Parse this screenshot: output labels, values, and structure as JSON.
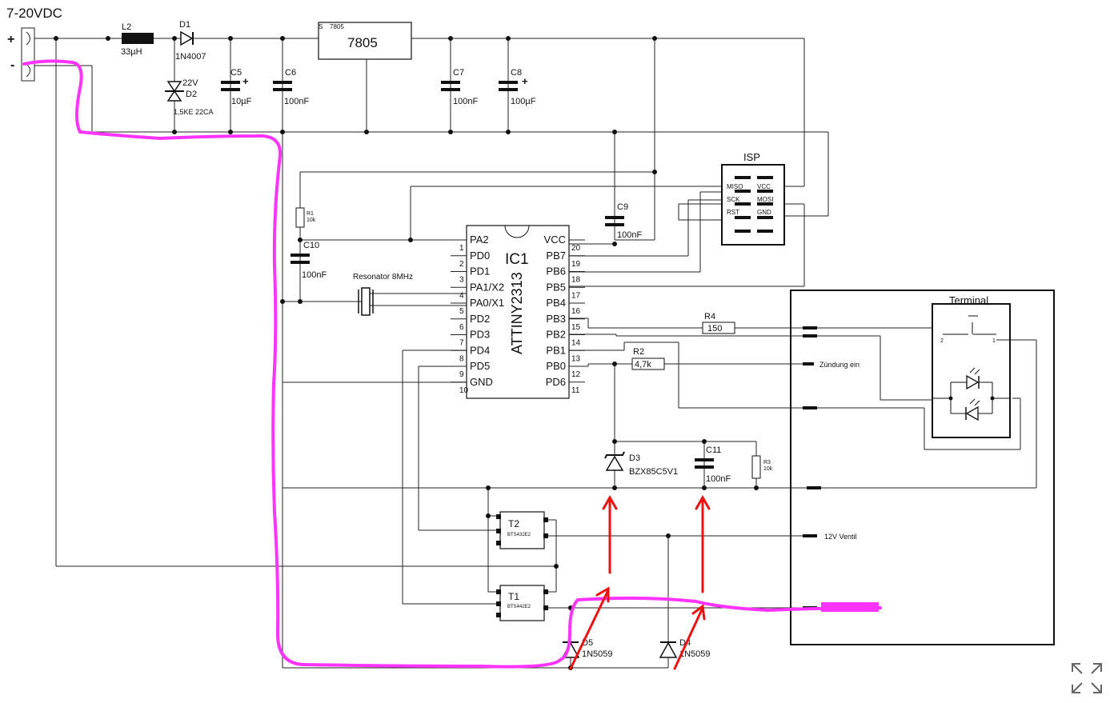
{
  "supply": {
    "voltage": "7-20VDC",
    "plus": "+",
    "minus": "-"
  },
  "l2": {
    "ref": "L2",
    "value": "33µH"
  },
  "d1": {
    "ref": "D1",
    "value": "1N4007"
  },
  "d2": {
    "ref": "D2",
    "voltage": "22V",
    "value": "1,5KE 22CA"
  },
  "c5": {
    "ref": "C5",
    "value": "10µF",
    "polarity": "+"
  },
  "c6": {
    "ref": "C6",
    "value": "100nF"
  },
  "reg": {
    "label": "7805",
    "small": "7805",
    "pin": "S"
  },
  "c7": {
    "ref": "C7",
    "value": "100nF"
  },
  "c8": {
    "ref": "C8",
    "value": "100µF",
    "polarity": "+"
  },
  "c9": {
    "ref": "C9",
    "value": "100nF"
  },
  "r1": {
    "ref": "R1",
    "value": "10k"
  },
  "c10": {
    "ref": "C10",
    "value": "100nF"
  },
  "resonator": {
    "label": "Resonator 8MHz"
  },
  "ic": {
    "ref": "IC1",
    "part": "ATTINY2313",
    "left_pins": [
      {
        "num": "1",
        "name": "PA2"
      },
      {
        "num": "2",
        "name": "PD0"
      },
      {
        "num": "3",
        "name": "PD1"
      },
      {
        "num": "4",
        "name": "PA1/X2"
      },
      {
        "num": "5",
        "name": "PA0/X1"
      },
      {
        "num": "6",
        "name": "PD2"
      },
      {
        "num": "7",
        "name": "PD3"
      },
      {
        "num": "8",
        "name": "PD4"
      },
      {
        "num": "9",
        "name": "PD5"
      },
      {
        "num": "10",
        "name": "GND"
      }
    ],
    "right_pins": [
      {
        "num": "20",
        "name": "VCC"
      },
      {
        "num": "19",
        "name": "PB7"
      },
      {
        "num": "18",
        "name": "PB6"
      },
      {
        "num": "17",
        "name": "PB5"
      },
      {
        "num": "16",
        "name": "PB4"
      },
      {
        "num": "15",
        "name": "PB3"
      },
      {
        "num": "14",
        "name": "PB2"
      },
      {
        "num": "13",
        "name": "PB1"
      },
      {
        "num": "12",
        "name": "PB0"
      },
      {
        "num": "11",
        "name": "PD6"
      }
    ]
  },
  "isp": {
    "title": "ISP",
    "pins": [
      "MISO",
      "VCC",
      "SCK",
      "MOSI",
      "RST",
      "GND"
    ]
  },
  "r4": {
    "ref": "R4",
    "value": "150"
  },
  "r2": {
    "ref": "R2",
    "value": "4,7k"
  },
  "r3": {
    "ref": "R3",
    "value": "10k"
  },
  "d3": {
    "ref": "D3",
    "value": "BZX85C5V1"
  },
  "c11": {
    "ref": "C11",
    "value": "100nF"
  },
  "t2": {
    "ref": "T2",
    "part": "BTS432E2"
  },
  "t1": {
    "ref": "T1",
    "part": "BTS442E2"
  },
  "d5": {
    "ref": "D5",
    "value": "1N5059"
  },
  "d4": {
    "ref": "D4",
    "value": "1N5059"
  },
  "terminal": {
    "title": "Terminal",
    "switch_pin_left": "2",
    "switch_pin_right": "1",
    "zuendung": "Zündung ein",
    "ventil": "12V Ventil"
  },
  "annotation": {
    "trace_color": "#ff33ff",
    "arrow_color": "#ee1111"
  }
}
